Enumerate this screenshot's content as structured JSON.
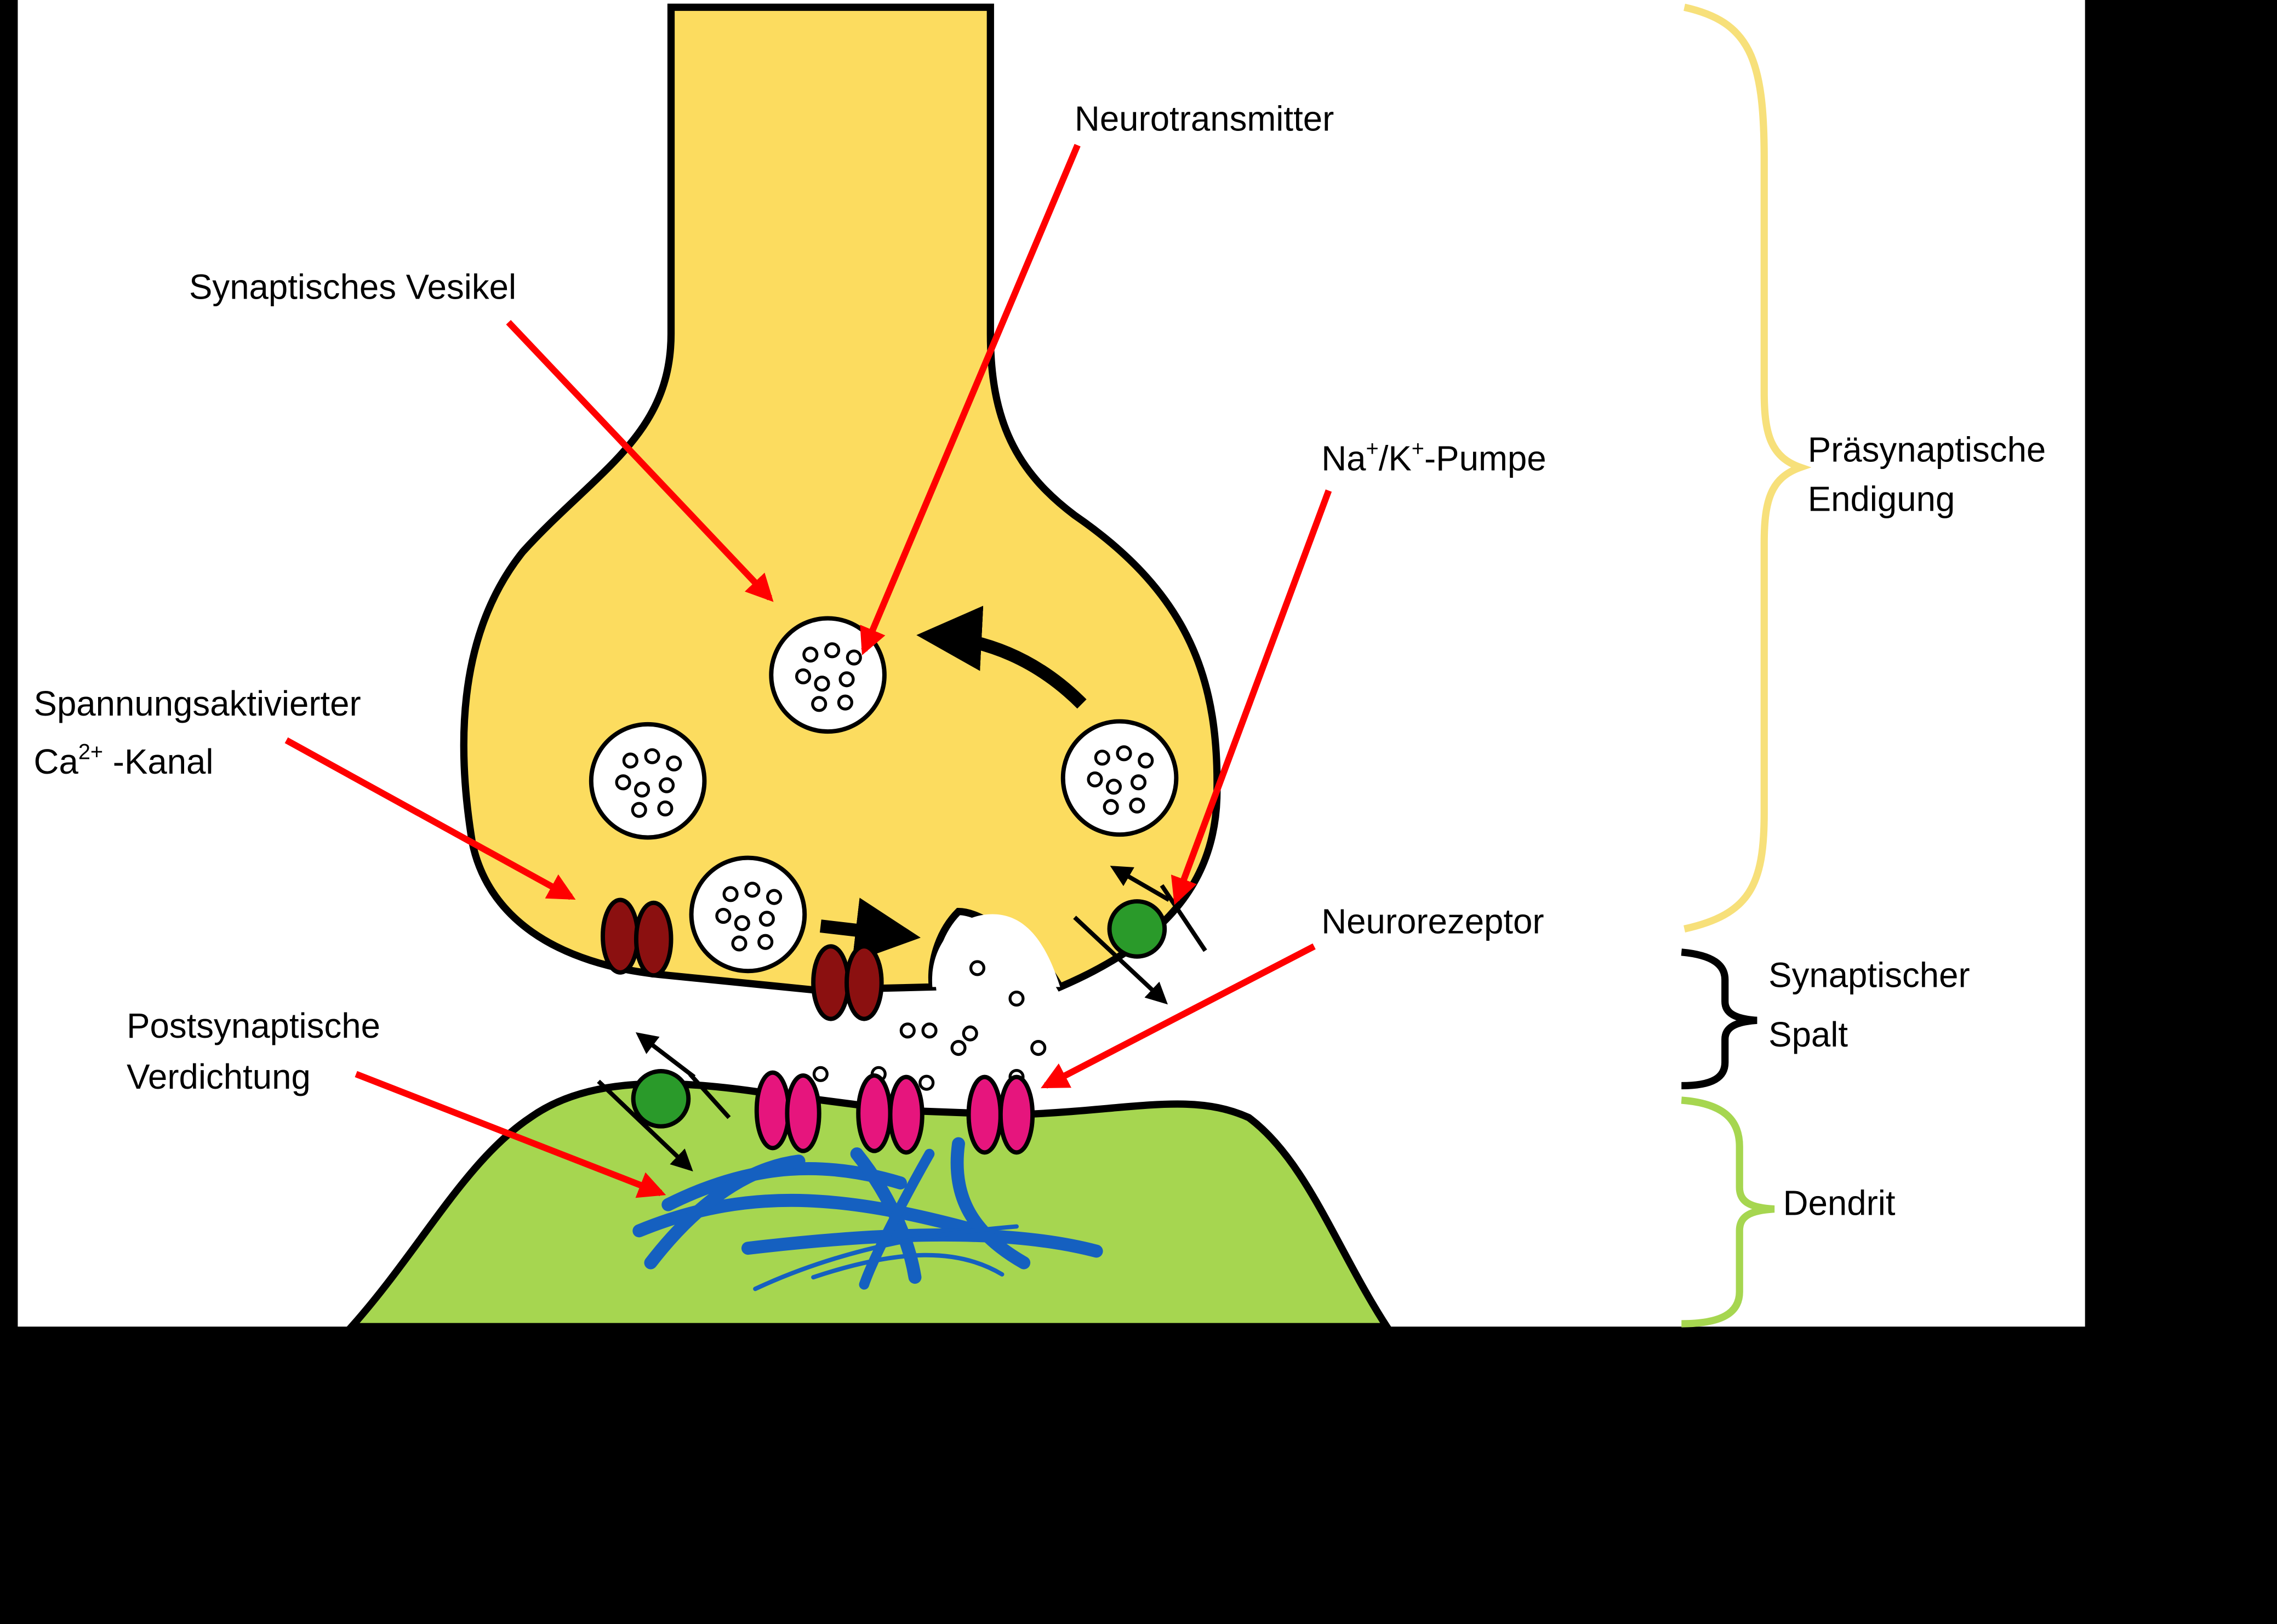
{
  "labels": {
    "neurotransmitter": "Neurotransmitter",
    "synaptic_vesicle": "Synaptisches Vesikel",
    "na_k_pump": {
      "na": "Na",
      "na_sup": "+",
      "slash_k": "/K",
      "k_sup": "+",
      "rest": "-Pumpe"
    },
    "ca_channel": {
      "line1": "Spannungsaktivierter",
      "ca": "Ca",
      "ca_sup": "2+",
      "rest": " -Kanal"
    },
    "neuroreceptor": "Neurorezeptor",
    "postsynaptic_density": {
      "line1": "Postsynaptische",
      "line2": "Verdichtung"
    }
  },
  "brackets": {
    "presynaptic": {
      "line1": "Präsynaptische",
      "line2": "Endigung"
    },
    "cleft": {
      "line1": "Synaptischer",
      "line2": "Spalt"
    },
    "dendrite": "Dendrit"
  },
  "colors": {
    "background": "#000000",
    "panel": "#ffffff",
    "presynaptic_fill": "#fcdc5f",
    "dendrite_fill": "#a6d650",
    "pointer_arrow": "#ff0000",
    "ca_channel": "#8b1010",
    "receptor": "#e6157d",
    "pump": "#2a9a2a",
    "cytoskeleton": "#1560c0",
    "bracket_presynaptic": "#f7e07a",
    "bracket_cleft": "#000000",
    "bracket_dendrite": "#a6d650"
  }
}
